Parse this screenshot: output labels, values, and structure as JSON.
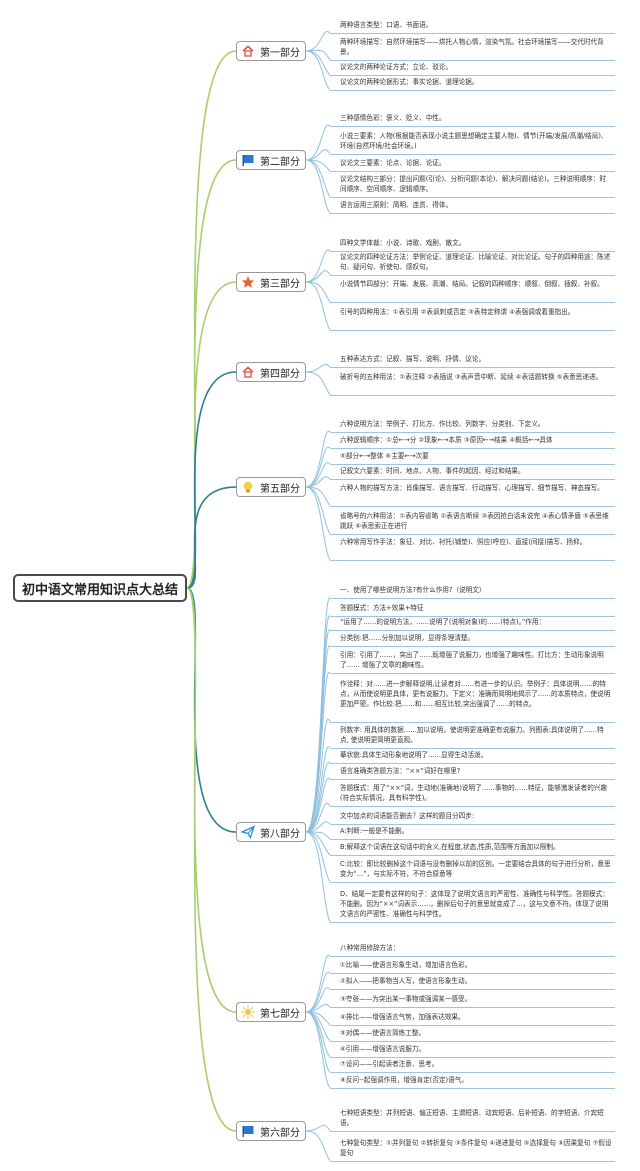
{
  "root": {
    "title": "初中语文常用知识点大总结"
  },
  "colors": {
    "branch_line_green": "#a7cf6e",
    "branch_line_teal": "#2f7f8f",
    "leaf_line": "#8fc0de"
  },
  "branches": [
    {
      "id": "b1",
      "label": "第一部分",
      "icon": "house-icon",
      "leaves": [
        "两种语言类型：口语、书面语。",
        "两种环境描写：自然环境描写——烘托人物心情，渲染气氛。社会环境描写——交代时代背景。",
        "议论文的两种论证方式：立论、驳论。",
        "议论文的两种论据形式：事实论据、道理论据。"
      ]
    },
    {
      "id": "b2",
      "label": "第二部分",
      "icon": "flag-icon",
      "leaves": [
        "三种感情色彩：褒义、贬义、中性。",
        "小说三要素：人物(根据能否表现小说主题思想确定主要人物)、情节(开端/发展/高潮/结局)、环境(自然环境/社会环境。)",
        "议论文三要素：论点、论据、论证。",
        "议论文结构三部分：提出问题(引论)、分析问题(本论)、解决问题(结论)。三种说明顺序：时间顺序、空间顺序、逻辑顺序。",
        "语言运用三原则：简明、连贯、得体。"
      ]
    },
    {
      "id": "b3",
      "label": "第三部分",
      "icon": "star-icon",
      "leaves": [
        "四种文学体裁：小说、诗歌、戏剧、散文。",
        "议论文的四种论证方法：举例论证、道理论证、比喻论证、对比论证。句子的四种用途：陈述句、疑问句、祈使句、感叹句。",
        "小说情节四部分：开端、发展、高潮、结局。记叙的四种顺序：顺叙、倒叙、插叙、补叙。",
        "引号的四种用法：①表引用 ②表讽刺或否定 ③表特定称谓 ④表强调或着重指出。"
      ]
    },
    {
      "id": "b4",
      "label": "第四部分",
      "icon": "house-icon",
      "leaves": [
        "五种表达方式：记叙、描写、说明、抒情、议论。",
        "破折号的五种用法：①表注释 ②表插说 ③表声音中断、延续 ④表话题转换 ⑤表意思递进。"
      ]
    },
    {
      "id": "b5",
      "label": "第五部分",
      "icon": "lightbulb-icon",
      "leaves": [
        "六种说明方法：举例子、打比方、作比较、列数字、分类别、下定义。",
        "六种逻辑顺序：①总←→分 ②现象←→本质 ③原因←→结果 ④概括←→具体",
        "⑤部分←→整体 ⑥主要←→次要",
        "记叙文六要素：时间、地点、人物、事件的起因、经过和结果。",
        "六种人物的描写方法：肖像描写、语言描写、行动描写、心理描写、细节描写、神态描写。",
        "省略号的六种用法：①表内容省略 ②表语言断续 ③表因抢白话未说完 ④表心情矛盾 ⑤表思维跳跃 ⑥表思索正在进行",
        "六种常用写作手法：象征、对比、衬托(铺垫)、照应(呼应)、直接(间接)描写、扬抑。"
      ]
    },
    {
      "id": "b8",
      "label": "第八部分",
      "icon": "paper-plane-icon",
      "leaves": [
        "一、使用了哪些说明方法?有什么作用?（说明文）",
        "答题模式：方法+效果+特征",
        "“运用了……的说明方法，……说明了(说明对象)的……(特点)。”作用：",
        "分类别:把……分别加以说明，显得条理清楚。",
        "引用：引用了……，突出了……既增强了说服力，也增强了趣味性。打比方：生动形象说明了…… 增强了文章的趣味性。",
        "作诠释：对……进一步解释说明,让读者对……有进一步的认识。举例子：具体说明……的特点，从而使说明更具体，更有说服力。下定义：准确而简明地揭示了……的本质特点，使说明更加严密。作比较:把……和……相互比较,突出强调了……的特点。",
        "列数字: 用具体的数据……加以说明，使说明更准确更有说服力。列图表:具体说明了……特点, 使说明更简明更直观。",
        "摹状貌:具体生动形象地说明了……显得生动活泼。",
        "语言准确类答题方法：“××”词好在哪里?",
        "答题模式：用了“××”词，生动地(准确地)说明了……事物的……特征，能够激发读者的兴趣(符合实际情况，具有科学性)。",
        "文中加点的词语能否删去？这样的题目分四步:",
        "A:判断:一般是不能删。",
        "B:解释这个词语在这句话中的含义,在程度,状态,性质,范围等方面加以限制。",
        "C:比较：即比较删掉这个词语与没有删掉以前的区别。一定要结合具体的句子进行分析，意思变为“…”，与实际不符，不符合原意等",
        "D、结尾一定要有这样的句子：这体现了说明文语言的严密性、准确性与科学性。答题模式：不能删。因为“××”词表示……，删掉后句子的意思就变成了…，这与文意不符。体现了说明文语言的严密性、准确性与科学性。"
      ]
    },
    {
      "id": "b7",
      "label": "第七部分",
      "icon": "sun-icon",
      "leaves": [
        "八种常用修辞方法：",
        "①比喻——使语言形象生动，增加语言色彩。",
        "②拟人——把事物当人写，使语言形象生动。",
        "③夸张——为突出某一事物或强调某一感受。",
        "④排比——增强语言气势，加强表达效果。",
        "⑤对偶——使语言简练工整。",
        "⑥引用——增强语言说服力。",
        "⑦设问——引起读者注意、思考。",
        "⑧反问--起强调作用，增强肯定(否定)语气。"
      ]
    },
    {
      "id": "b6",
      "label": "第六部分",
      "icon": "flag-icon",
      "leaves": [
        "七种短语类型：并列短语、偏正短语、主谓短语、动宾短语、后补短语、的字短语、介宾短语。",
        "七种复句类型：①并列复句 ②转折复句 ③条件复句 ④递进复句 ⑤选择复句 ⑥因果复句 ⑦假设复句"
      ]
    }
  ]
}
